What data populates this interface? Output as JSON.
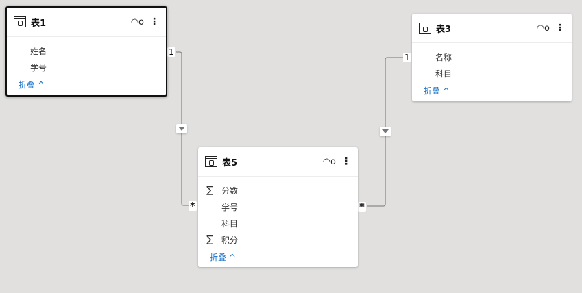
{
  "tables": [
    {
      "name": "表1",
      "fields": [
        {
          "label": "姓名",
          "icon": ""
        },
        {
          "label": "学号",
          "icon": ""
        }
      ],
      "collapse": "折叠 ^"
    },
    {
      "name": "表3",
      "fields": [
        {
          "label": "名称",
          "icon": ""
        },
        {
          "label": "科目",
          "icon": ""
        }
      ],
      "collapse": "折叠 ^"
    },
    {
      "name": "表5",
      "fields": [
        {
          "label": "分数",
          "icon": "∑"
        },
        {
          "label": "学号",
          "icon": ""
        },
        {
          "label": "科目",
          "icon": ""
        },
        {
          "label": "积分",
          "icon": "∑"
        }
      ],
      "collapse": "折叠 ^"
    }
  ],
  "relationships": [
    {
      "from": "表1",
      "to": "表5",
      "from_card": "1",
      "to_card": "*"
    },
    {
      "from": "表3",
      "to": "表5",
      "from_card": "1",
      "to_card": "*"
    }
  ]
}
